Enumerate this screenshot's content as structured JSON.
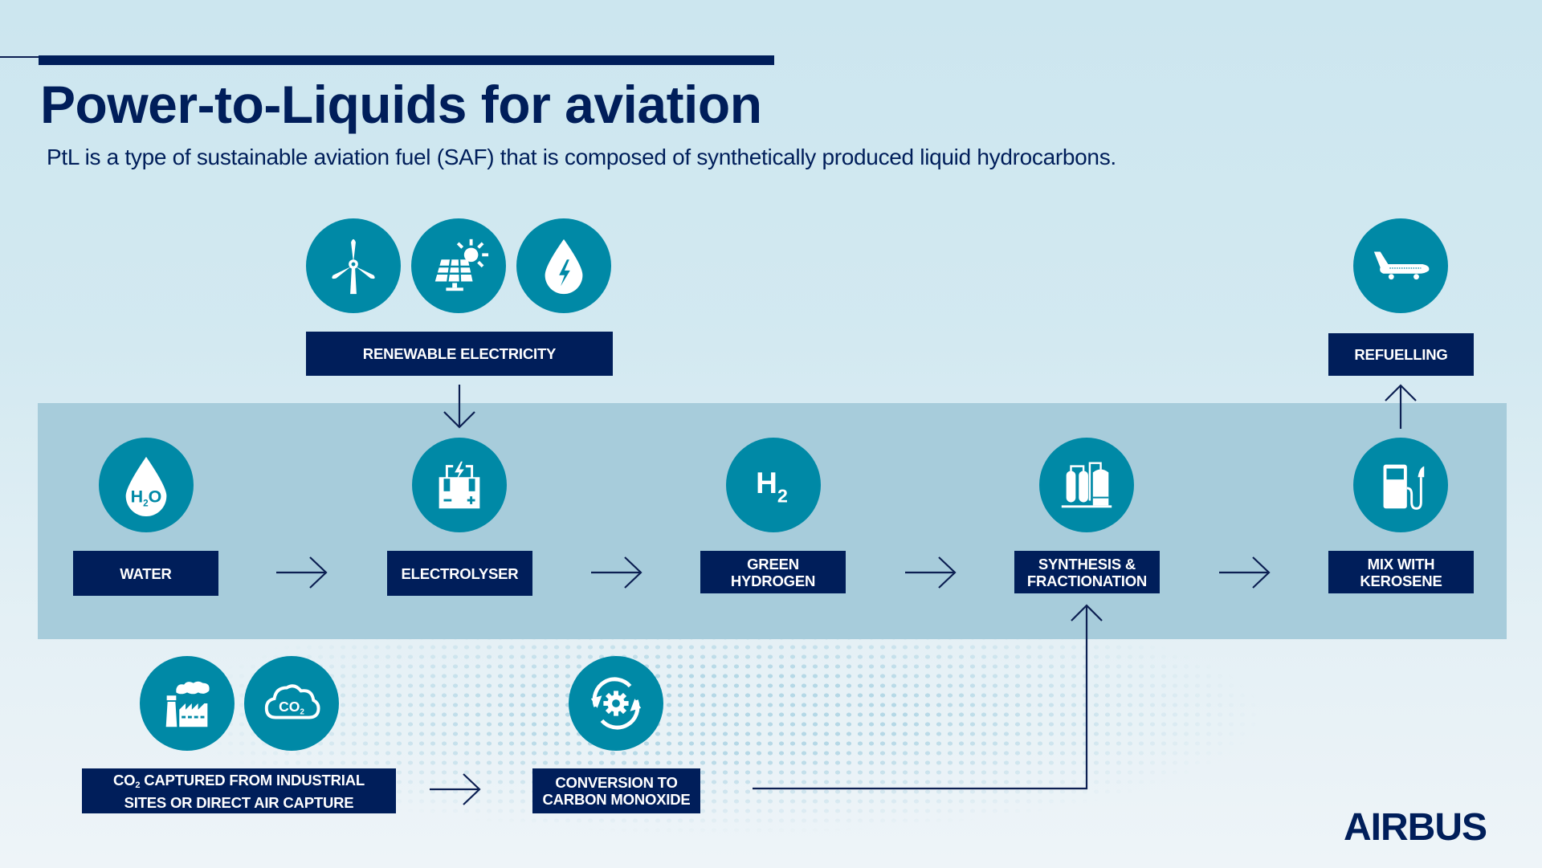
{
  "header": {
    "title": "Power-to-Liquids for aviation",
    "subtitle": "PtL is a type of sustainable aviation fuel (SAF) that is composed of synthetically produced liquid hydrocarbons."
  },
  "colors": {
    "navy": "#001e5a",
    "teal_circle": "#0089a6",
    "band": "#a7ccdb",
    "background_top": "#cce6ef",
    "background_bottom": "#eef4f8"
  },
  "inputs": {
    "renewable_electricity": {
      "label": "RENEWABLE ELECTRICITY",
      "icons": [
        "wind-turbine-icon",
        "solar-panel-icon",
        "hydro-drop-lightning-icon"
      ]
    },
    "co2_capture": {
      "label_prefix": "CO",
      "label_sub": "2",
      "label_line1_rest": " CAPTURED FROM INDUSTRIAL",
      "label_line2": "SITES OR DIRECT AIR CAPTURE",
      "icons": [
        "factory-icon",
        "co2-cloud-icon"
      ],
      "cloud_text": "CO",
      "cloud_sub": "2"
    },
    "conversion": {
      "label_line1": "CONVERSION TO",
      "label_line2": "CARBON MONOXIDE",
      "icon": "gear-cycle-icon"
    }
  },
  "process": [
    {
      "id": "water",
      "line1": "WATER",
      "line2": "",
      "icon": "water-drop-h2o-icon",
      "icon_text": "H",
      "icon_sub": "2",
      "icon_text2": "O"
    },
    {
      "id": "electrolyser",
      "line1": "ELECTROLYSER",
      "line2": "",
      "icon": "electrolyser-battery-icon"
    },
    {
      "id": "green-hydrogen",
      "line1": "GREEN",
      "line2": "HYDROGEN",
      "icon": "h2-icon",
      "icon_text": "H",
      "icon_sub": "2"
    },
    {
      "id": "synthesis",
      "line1": "SYNTHESIS &",
      "line2": "FRACTIONATION",
      "icon": "refinery-tanks-icon"
    },
    {
      "id": "mix-kerosene",
      "line1": "MIX WITH",
      "line2": "KEROSENE",
      "icon": "fuel-pump-icon"
    }
  ],
  "output": {
    "label": "REFUELLING",
    "icon": "airplane-icon"
  },
  "brand": {
    "logo_text": "AIRBUS"
  }
}
